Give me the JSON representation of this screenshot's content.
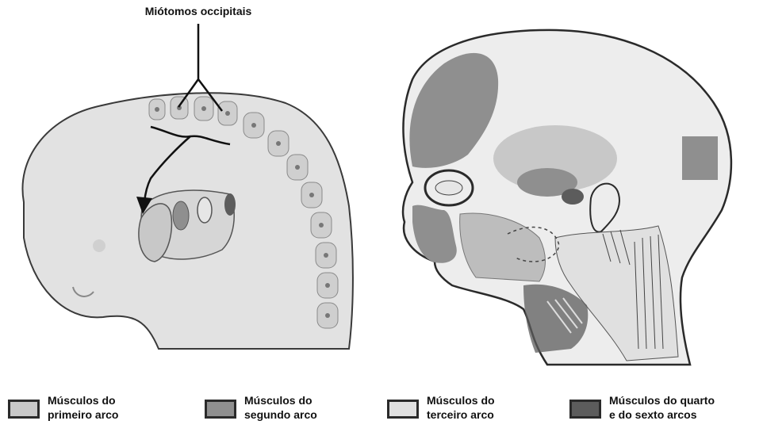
{
  "figure": {
    "top_label": "Miótomos occipitais"
  },
  "legend": [
    {
      "line1": "Músculos do",
      "line2": "primeiro arco",
      "color": "#c8c8c8"
    },
    {
      "line1": "Músculos do",
      "line2": "segundo arco",
      "color": "#8f8f8f"
    },
    {
      "line1": "Músculos do",
      "line2": "terceiro arco",
      "color": "#e0e0e0"
    },
    {
      "line1": "Músculos do quarto",
      "line2": "e do sexto arcos",
      "color": "#5c5c5c"
    }
  ],
  "colors": {
    "outline": "#2a2a2a",
    "embryo_fill": "#e2e2e2",
    "somite": "#cfcfcf"
  }
}
